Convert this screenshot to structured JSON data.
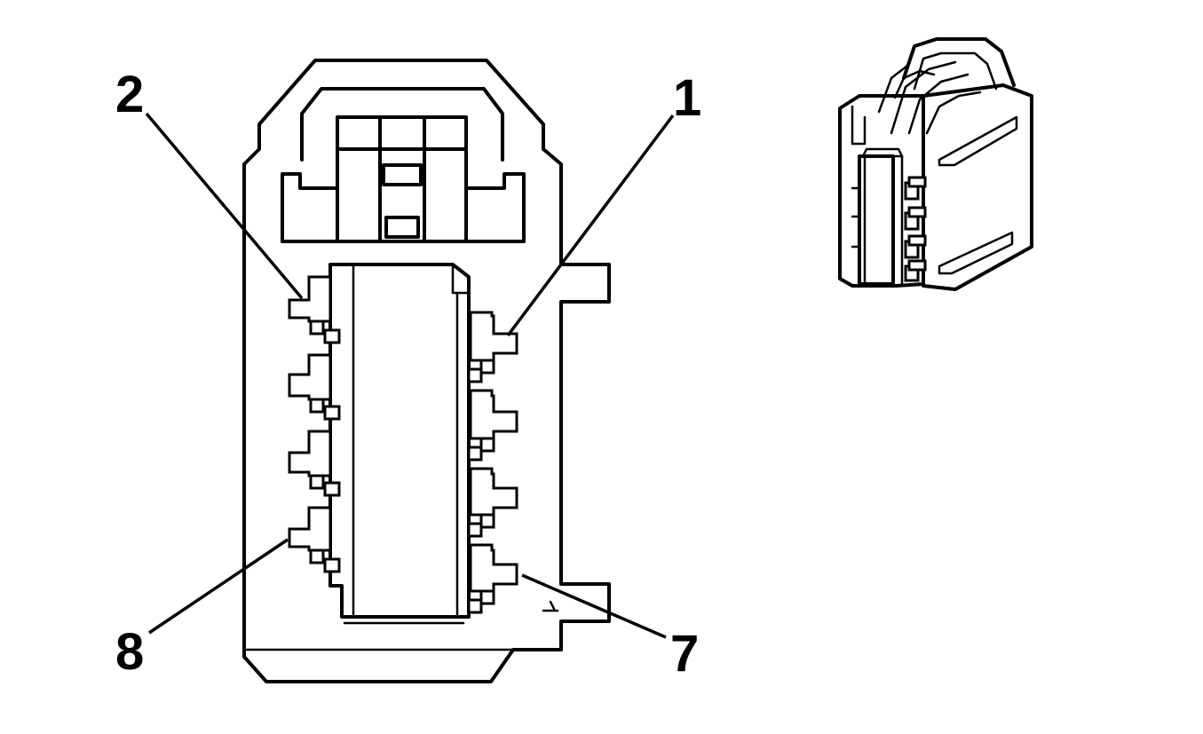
{
  "callouts": {
    "pin_1": "1",
    "pin_2": "2",
    "pin_7": "7",
    "pin_8": "8"
  },
  "colors": {
    "line": "#000000",
    "background": "#ffffff"
  }
}
